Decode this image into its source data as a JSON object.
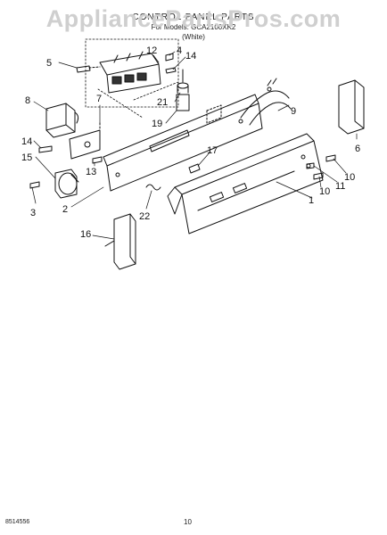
{
  "watermark": "AppliancePartsPros.com",
  "header": {
    "title": "CONTROL PANEL PARTS",
    "for_models_line": "For Models: GCA2100XK2",
    "color_code": "(White)"
  },
  "callouts": [
    "5",
    "12",
    "4",
    "14",
    "8",
    "7",
    "21",
    "19",
    "9",
    "6",
    "14",
    "15",
    "13",
    "17",
    "10",
    "11",
    "10",
    "1",
    "3",
    "2",
    "22",
    "16"
  ],
  "footer": {
    "doc_number": "8514556",
    "page_number": "10"
  }
}
